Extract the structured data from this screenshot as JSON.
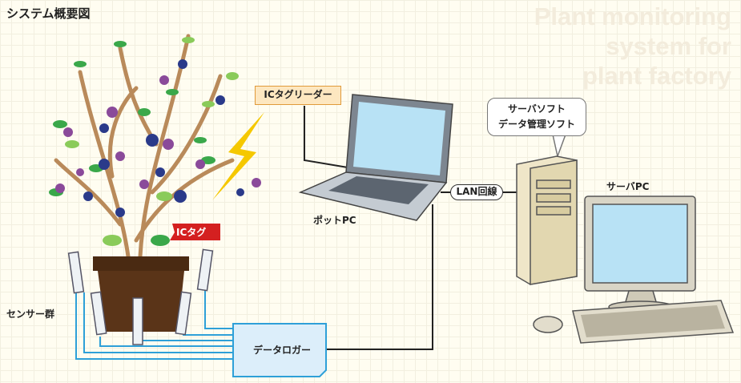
{
  "title": "システム概要図",
  "watermark": [
    "Plant monitoring",
    "system for",
    "plant factory"
  ],
  "labels": {
    "ic_tag_reader": "ICタグリーダー",
    "server_software": [
      "サーバソフト",
      "データ管理ソフト"
    ],
    "server_pc": "サーバPC",
    "lan": "LAN回線",
    "pot_pc": "ポットPC",
    "ic_tag": "ICタグ",
    "sensors": "センサー群",
    "data_logger": "データロガー"
  },
  "colors": {
    "sensor_wire": "#2ea0d8",
    "ic_tag": "#d42020",
    "lightning": "#f5c800",
    "pot": "#5a3418"
  }
}
